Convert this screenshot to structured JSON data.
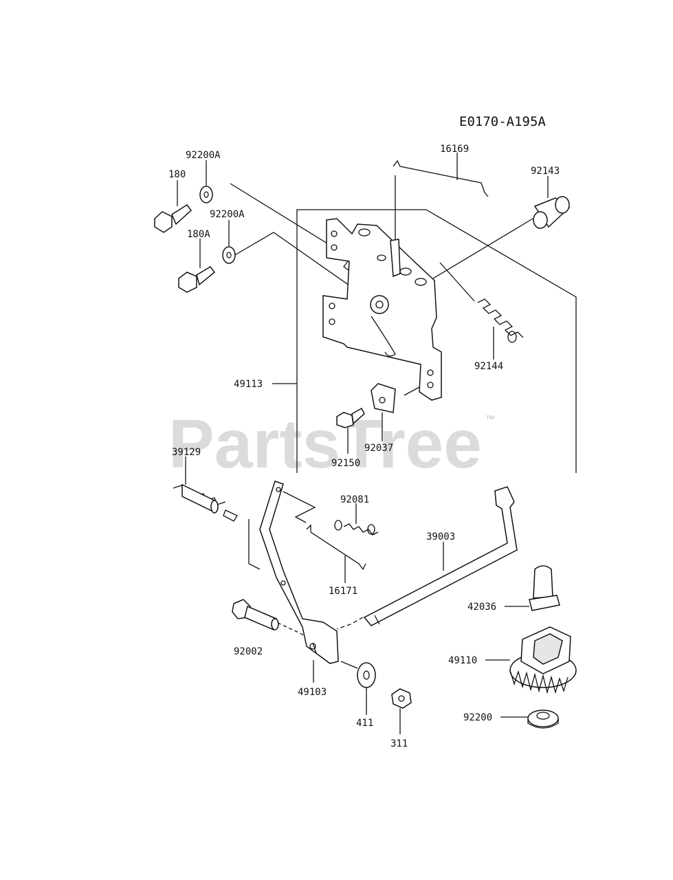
{
  "diagram": {
    "reference_code": "E0170-A195A",
    "watermark": "PartsTree",
    "watermark_tm": "™",
    "labels": {
      "p16169": "16169",
      "p92143": "92143",
      "p92200A_1": "92200A",
      "p180": "180",
      "p92200A_2": "92200A",
      "p180A": "180A",
      "p92144": "92144",
      "p49113": "49113",
      "p92037": "92037",
      "p92150": "92150",
      "p39129": "39129",
      "p92081": "92081",
      "p39003": "39003",
      "p16171": "16171",
      "p42036": "42036",
      "p92002": "92002",
      "p49110": "49110",
      "p49103": "49103",
      "p92200": "92200",
      "p411": "411",
      "p311": "311"
    }
  }
}
